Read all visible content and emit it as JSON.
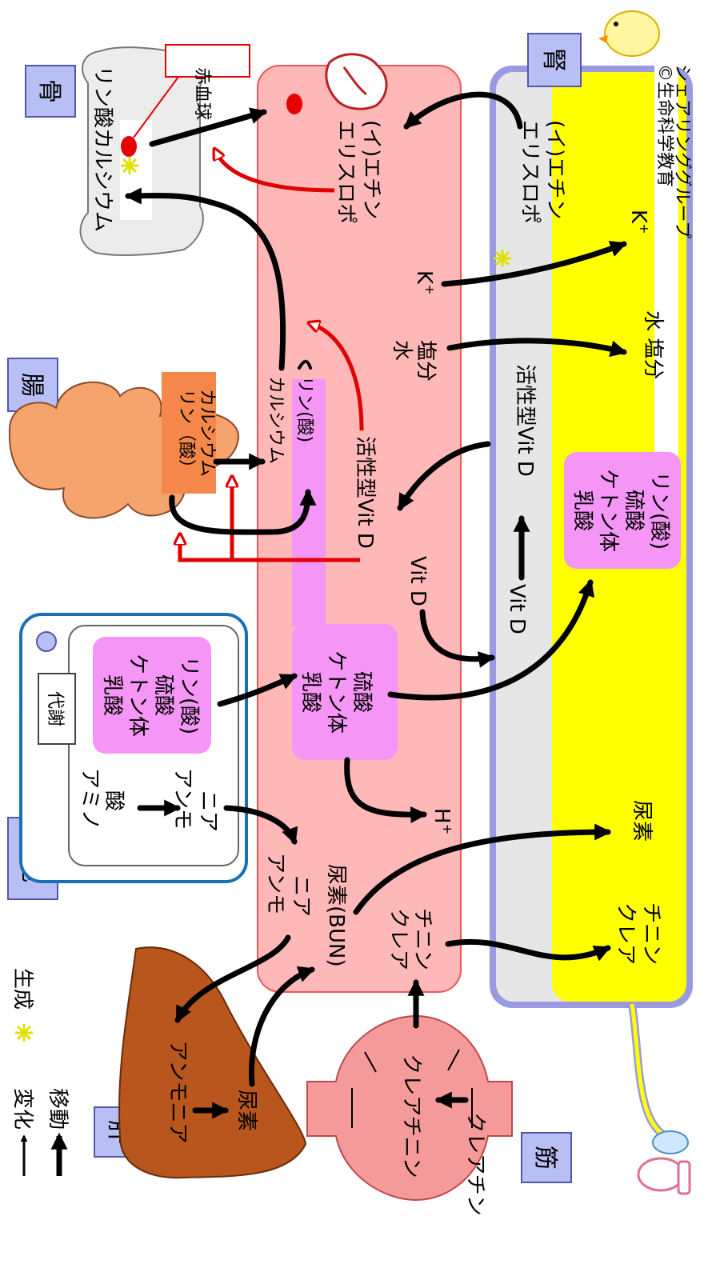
{
  "organ_tags": {
    "bone": "骨",
    "kidney": "腎",
    "intestine": "腸",
    "cell": "細胞",
    "liver": "肝",
    "muscle": "筋"
  },
  "legend": {
    "change": "変化",
    "generate": "生成",
    "move": "移動"
  },
  "copyright": {
    "line1": "©生命科学教育",
    "line2": "シェアリンググループ"
  },
  "bone": {
    "label": "リン酸カルシウム",
    "rbc_label": [
      "赤",
      "血",
      "球"
    ]
  },
  "blood": {
    "erythropoietin": [
      "エリスロポ",
      "(イ)エチン"
    ],
    "calcium": "カルシウム",
    "phosphate": "リン(酸)",
    "active_vitd": "活性型Vit D",
    "water": "水",
    "salt": "塩分",
    "potassium": "K",
    "vitd": "Vit D",
    "acids": [
      "乳酸",
      "ケトン体",
      "硫酸"
    ],
    "proton": "H",
    "ammonia": [
      "アンモ",
      "ニア"
    ],
    "bun": "尿素(BUN)",
    "creatinine": [
      "クレア",
      "チニン"
    ]
  },
  "kidney": {
    "erythropoietin": [
      "エリスロポ",
      "(イ)エチン"
    ],
    "vitd": "Vit D",
    "active_vitd": "活性型Vit D",
    "potassium": "K",
    "water_salt": "水 塩分",
    "excreted": [
      "乳酸",
      "ケトン体",
      "硫酸",
      "リン(酸)"
    ],
    "urea": "尿素",
    "creatinine": [
      "クレア",
      "チニン"
    ]
  },
  "intestine": {
    "absorbed": [
      "リン（酸）",
      "カルシウム"
    ]
  },
  "cell": {
    "metabolism": "代謝",
    "products": [
      "乳酸",
      "ケトン体",
      "硫酸",
      "リン(酸)"
    ],
    "amino_acid": [
      "アミノ",
      "酸"
    ],
    "ammonia": [
      "アンモ",
      "ニア"
    ]
  },
  "liver": {
    "ammonia": "アンモニア",
    "urea": "尿素"
  },
  "muscle": {
    "creatinine": "クレアチニン",
    "creatine": "クレアチン"
  }
}
